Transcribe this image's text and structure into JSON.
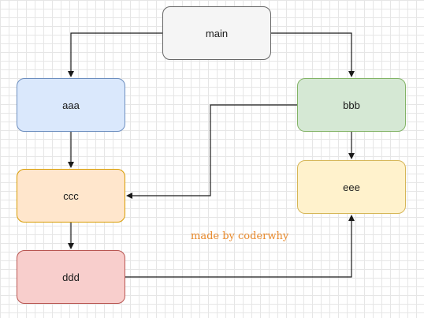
{
  "nodes": {
    "main": {
      "label": "main",
      "fill": "#f5f5f5",
      "stroke": "#666666"
    },
    "aaa": {
      "label": "aaa",
      "fill": "#dae8fc",
      "stroke": "#6c8ebf"
    },
    "bbb": {
      "label": "bbb",
      "fill": "#d5e8d4",
      "stroke": "#82b366"
    },
    "ccc": {
      "label": "ccc",
      "fill": "#ffe6cc",
      "stroke": "#d79b00"
    },
    "eee": {
      "label": "eee",
      "fill": "#fff2cc",
      "stroke": "#d6b656"
    },
    "ddd": {
      "label": "ddd",
      "fill": "#f8cecc",
      "stroke": "#b85450"
    }
  },
  "edges": [
    {
      "from": "main",
      "to": "aaa"
    },
    {
      "from": "main",
      "to": "bbb"
    },
    {
      "from": "aaa",
      "to": "ccc"
    },
    {
      "from": "bbb",
      "to": "ccc"
    },
    {
      "from": "bbb",
      "to": "eee"
    },
    {
      "from": "ccc",
      "to": "ddd"
    },
    {
      "from": "ddd",
      "to": "eee"
    }
  ],
  "watermark": {
    "text": "made by coderwhy",
    "color": "#e8892b"
  },
  "colors": {
    "edge": "#1a1a1a",
    "grid": "#e6e6e6"
  }
}
